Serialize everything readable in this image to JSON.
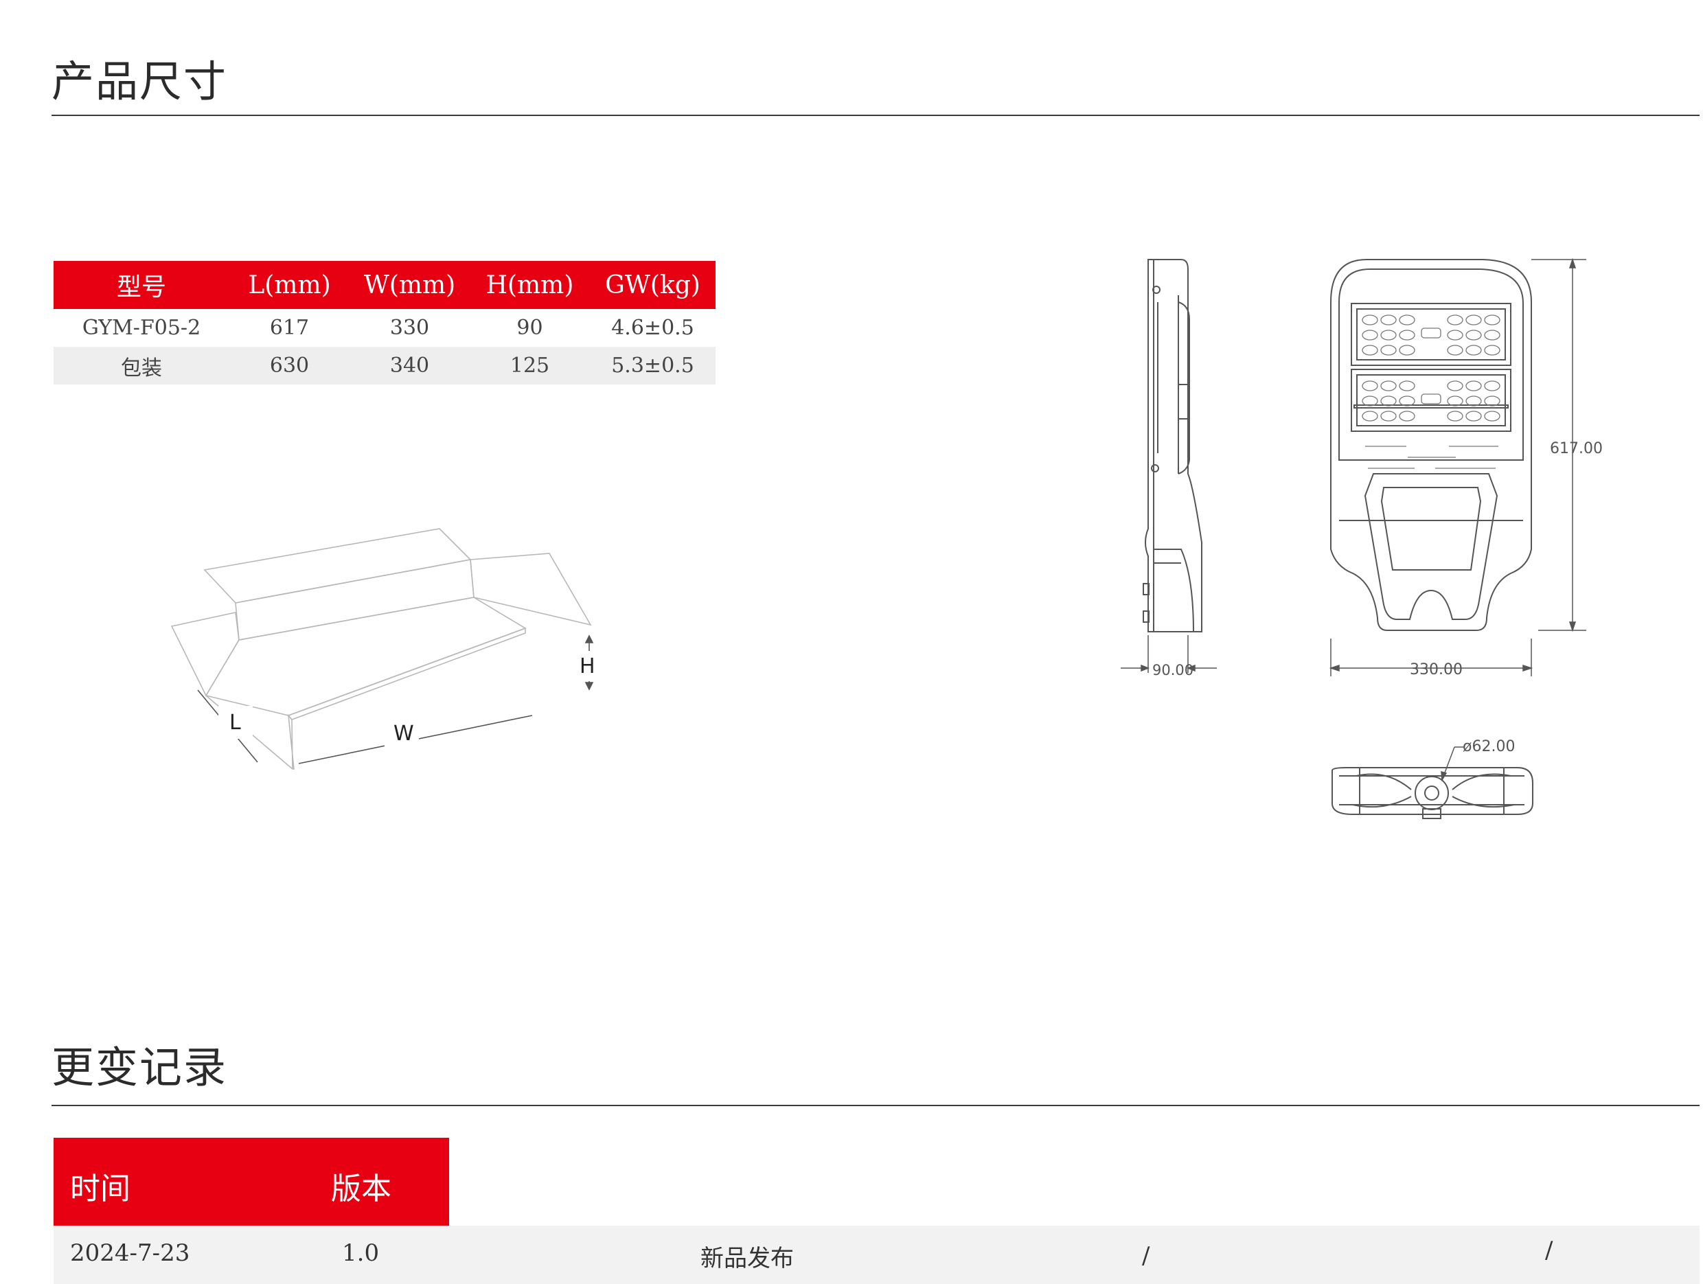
{
  "dimensions_section": {
    "title": "产品尺寸"
  },
  "spec_table": {
    "headers": [
      "型号",
      "L(mm)",
      "W(mm)",
      "H(mm)",
      "GW(kg)"
    ],
    "rows": [
      [
        "GYM-F05-2",
        "617",
        "330",
        "90",
        "4.6±0.5"
      ],
      [
        "包装",
        "630",
        "340",
        "125",
        "5.3±0.5"
      ]
    ]
  },
  "box_diagram": {
    "label_l": "L",
    "label_w": "W",
    "label_h": "H"
  },
  "drawing": {
    "depth": "90.00",
    "width": "330.00",
    "length": "617.00",
    "diameter": "ø62.00"
  },
  "changelog_section": {
    "title": "更变记录"
  },
  "changelog": {
    "headers": [
      "时间",
      "版本"
    ],
    "row": {
      "date": "2024-7-23",
      "version": "1.0",
      "note": "新品发布",
      "col4": "/",
      "col5": "/"
    }
  },
  "colors": {
    "accent": "#e60012",
    "row_alt": "#eeeeee"
  }
}
